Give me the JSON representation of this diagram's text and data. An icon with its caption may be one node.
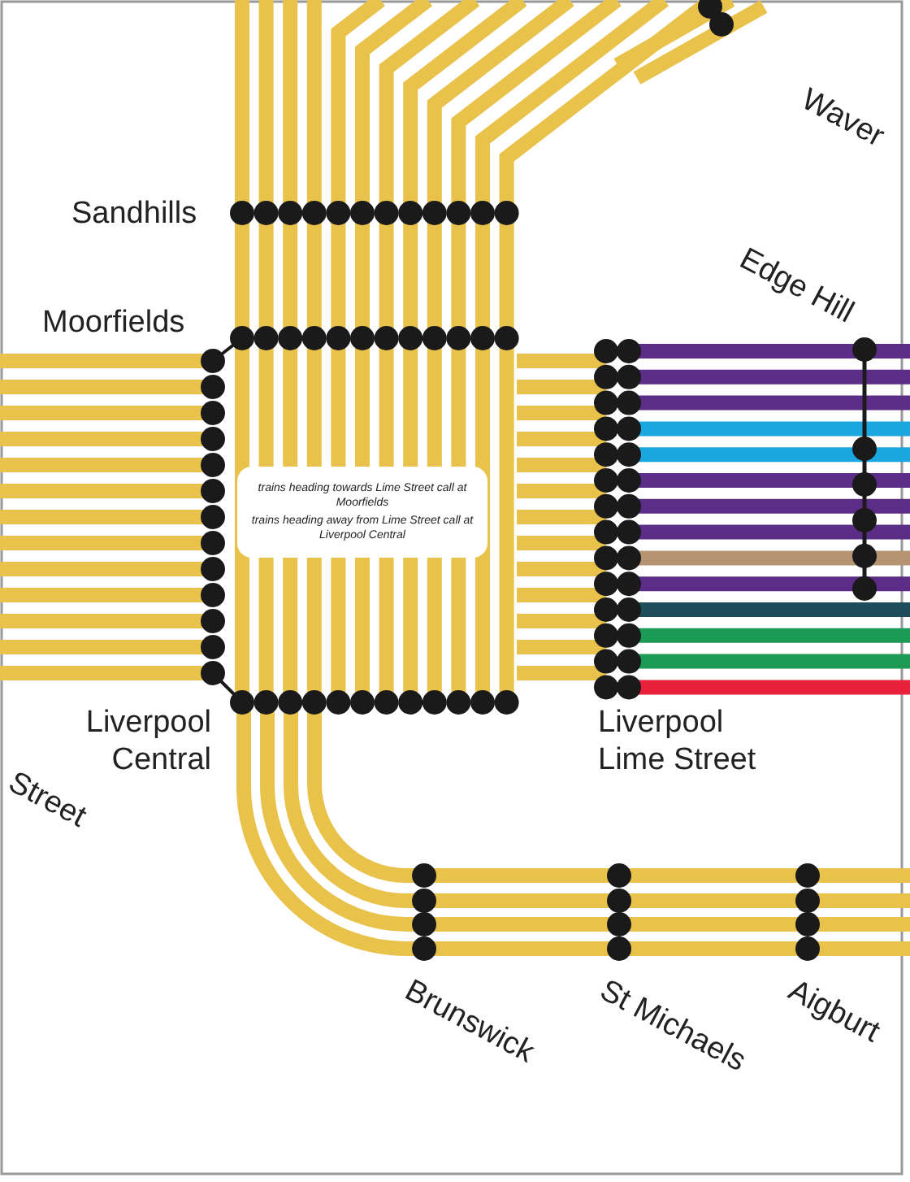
{
  "diagram": {
    "nodes": [
      {
        "text": [
          "trains heading towards Lime Street call at Moorfields",
          "trains heading away from Lime Street call at Liverpool Central"
        ]
      }
    ],
    "edges": [],
    "labels": [
      "Waver",
      "Sandhills",
      "Edge Hill",
      "Moorfields",
      "Liverpool Central",
      "Liverpool Lime Street",
      "Street",
      "Brunswick",
      "St Michaels",
      "Aigburt"
    ]
  }
}
